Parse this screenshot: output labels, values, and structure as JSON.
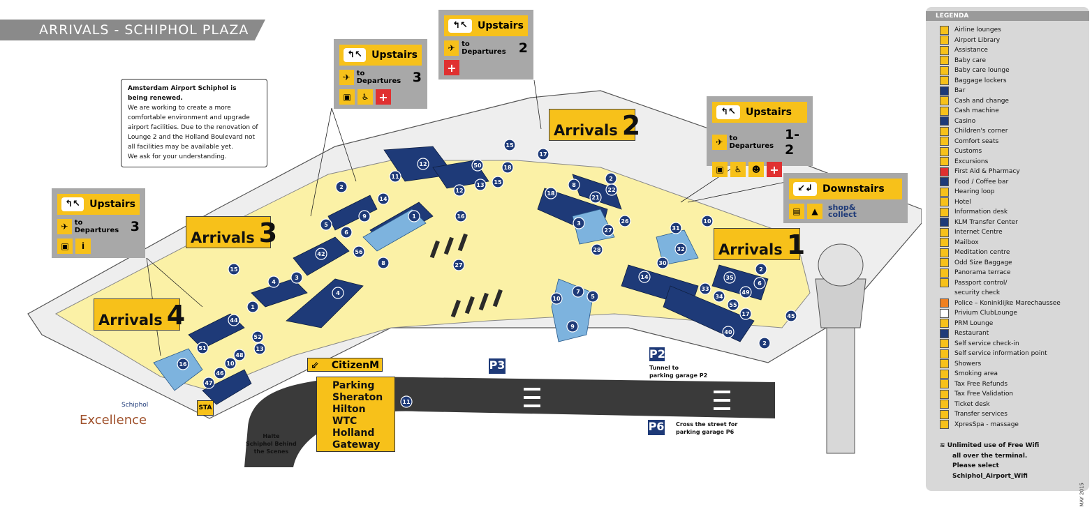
{
  "title": "ARRIVALS - SCHIPHOL PLAZA",
  "notice": {
    "heading1": "Amsterdam Airport Schiphol is",
    "heading2": "being renewed.",
    "lines": [
      "We are working to create a more",
      "comfortable environment and upgrade",
      "airport facilities. Due to the renovation of",
      "Lounge 2 and the Holland Boulevard not",
      "all facilities may be available yet.",
      "We ask for your understanding."
    ]
  },
  "callouts": {
    "a": {
      "head": "Upstairs",
      "to": "to Departures",
      "num": "3"
    },
    "b": {
      "head": "Upstairs",
      "to": "to Departures",
      "num": "2"
    },
    "c": {
      "head": "Upstairs",
      "to": "to Departures",
      "num": "1-2"
    },
    "d": {
      "head": "Upstairs",
      "to": "to Departures",
      "num": "3"
    },
    "e": {
      "head": "Downstairs",
      "shop1": "shop&",
      "shop2": "collect"
    }
  },
  "arrivals": [
    {
      "label": "Arrivals",
      "num": "1"
    },
    {
      "label": "Arrivals",
      "num": "2"
    },
    {
      "label": "Arrivals",
      "num": "3"
    },
    {
      "label": "Arrivals",
      "num": "4"
    }
  ],
  "markers": [
    "1",
    "2",
    "3",
    "4",
    "5",
    "6",
    "7",
    "8",
    "9",
    "10",
    "11",
    "12",
    "13",
    "14",
    "15",
    "16",
    "17",
    "18",
    "21",
    "22",
    "26",
    "27",
    "28",
    "30",
    "31",
    "32",
    "33",
    "34",
    "35",
    "40",
    "42",
    "44",
    "45",
    "46",
    "47",
    "48",
    "49",
    "50",
    "51",
    "52",
    "55",
    "56"
  ],
  "citizenm": "CitizenM",
  "parking": [
    "Parking",
    "Sheraton",
    "Hilton",
    "WTC",
    "Holland",
    "Gateway"
  ],
  "halte": [
    "Halte",
    "Schiphol Behind",
    "the Scenes"
  ],
  "p2": {
    "badge": "P2",
    "line1": "Tunnel to",
    "line2": "parking garage P2"
  },
  "p3": {
    "badge": "P3"
  },
  "p6": {
    "badge": "P6",
    "line1": "Cross the street for",
    "line2": "parking garage P6"
  },
  "sta": "STA",
  "excellence": {
    "brand": "Schiphol",
    "name": "Excellence"
  },
  "legend": {
    "title": "LEGENDA",
    "items": [
      "Airline lounges",
      "Airport Library",
      "Assistance",
      "Baby care",
      "Baby care lounge",
      "Baggage lockers",
      "Bar",
      "Cash and change",
      "Cash machine",
      "Casino",
      "Children's corner",
      "Comfort seats",
      "Customs",
      "Excursions",
      "First Aid & Pharmacy",
      "Food / Coffee bar",
      "Hearing loop",
      "Hotel",
      "Information desk",
      "KLM Transfer Center",
      "Internet Centre",
      "Mailbox",
      "Meditation centre",
      "Odd Size Baggage",
      "Panorama terrace",
      "Passport control/",
      "security check",
      "Police – Koninklijke Marechaussee",
      "Privium ClubLounge",
      "PRM Lounge",
      "Restaurant",
      "Self service check-in",
      "Self service information point",
      "Showers",
      "Smoking area",
      "Tax Free Refunds",
      "Tax Free Validation",
      "Ticket desk",
      "Transfer services",
      "XpresSpa - massage"
    ],
    "wifi": [
      "Unlimited use of Free Wifi",
      "all over the terminal.",
      "Please select",
      "Schiphol_Airport_Wifi"
    ],
    "date": "MAY 2015"
  }
}
